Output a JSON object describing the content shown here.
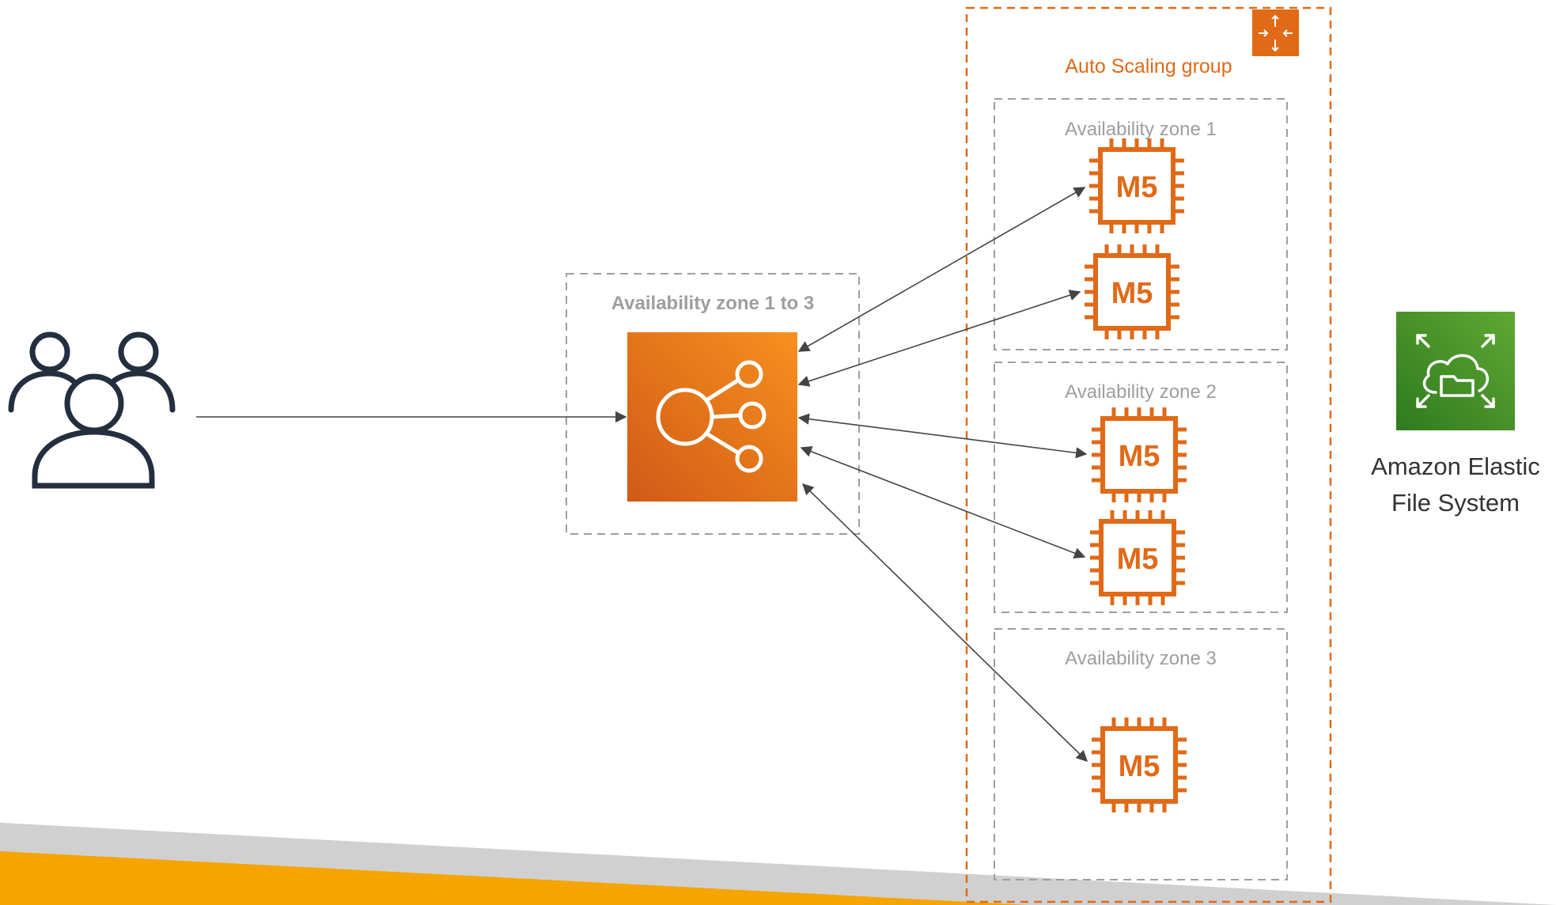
{
  "users": {
    "icon": "users-icon"
  },
  "load_balancer": {
    "icon": "elastic-load-balancer-icon"
  },
  "lb_zone": {
    "label": "Availability zone 1 to 3"
  },
  "asg": {
    "label": "Auto Scaling group",
    "icon": "auto-scaling-icon"
  },
  "zones": [
    {
      "label": "Availability zone 1"
    },
    {
      "label": "Availability zone 2"
    },
    {
      "label": "Availability zone 3"
    }
  ],
  "instances": [
    {
      "label": "M5",
      "icon": "m5-instance-icon"
    },
    {
      "label": "M5",
      "icon": "m5-instance-icon"
    },
    {
      "label": "M5",
      "icon": "m5-instance-icon"
    },
    {
      "label": "M5",
      "icon": "m5-instance-icon"
    },
    {
      "label": "M5",
      "icon": "m5-instance-icon"
    }
  ],
  "efs": {
    "line1": "Amazon Elastic",
    "line2": "File System",
    "icon": "efs-icon"
  },
  "colors": {
    "aws_orange": "#E06A17",
    "lb_orange": "#EE7B1C",
    "efs_green": "#3F8624",
    "zone_gray": "#9E9E9E",
    "arrow_gray": "#444444",
    "banner_orange": "#F5A400"
  }
}
